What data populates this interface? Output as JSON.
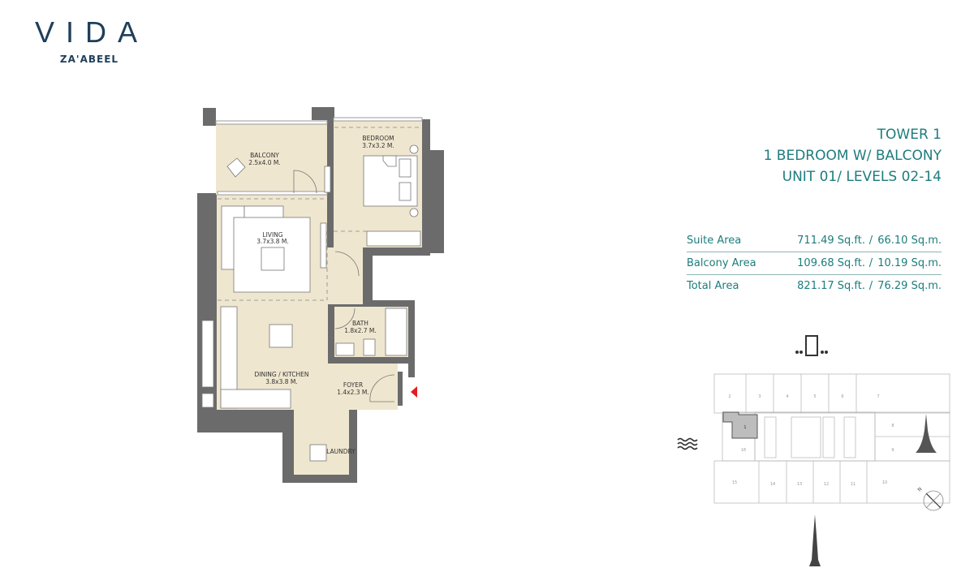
{
  "brand": {
    "name": "VIDA",
    "location": "ZA'ABEEL"
  },
  "unit_info": {
    "tower": "TOWER 1",
    "type": "1 BEDROOM W/ BALCONY",
    "unit_levels": "UNIT 01/ LEVELS 02-14"
  },
  "areas": [
    {
      "label": "Suite Area",
      "sqft": "711.49 Sq.ft.",
      "sep": "/",
      "sqm": "66.10 Sq.m."
    },
    {
      "label": "Balcony Area",
      "sqft": "109.68 Sq.ft.",
      "sep": "/",
      "sqm": "10.19 Sq.m."
    },
    {
      "label": "Total Area",
      "sqft": "821.17 Sq.ft.",
      "sep": "/",
      "sqm": "76.29 Sq.m."
    }
  ],
  "rooms": [
    {
      "name": "BALCONY",
      "size": "2.5x4.0 M."
    },
    {
      "name": "BEDROOM",
      "size": "3.7x3.2 M."
    },
    {
      "name": "LIVING",
      "size": "3.7x3.8 M."
    },
    {
      "name": "BATH",
      "size": "1.8x2.7 M."
    },
    {
      "name": "DINING / KITCHEN",
      "size": "3.8x3.8 M."
    },
    {
      "name": "FOYER",
      "size": "1.4x2.3 M."
    },
    {
      "name": "LAUNDRY",
      "size": ""
    }
  ],
  "key_plan": {
    "highlighted_unit": "1",
    "units": [
      "1",
      "2",
      "3",
      "4",
      "5",
      "6",
      "7",
      "8",
      "9",
      "10",
      "11",
      "12",
      "13",
      "14",
      "15",
      "16"
    ],
    "north_label": "N",
    "icons": [
      "building-icon",
      "water-waves-icon",
      "tower-icon",
      "burj-khalifa-icon",
      "north-compass-icon"
    ]
  },
  "colors": {
    "brand_navy": "#1f3f5a",
    "accent_teal": "#1e7c7d",
    "wall": "#6b6b6b",
    "floor": "#efe6cf",
    "entrance_marker": "#e01e24"
  }
}
